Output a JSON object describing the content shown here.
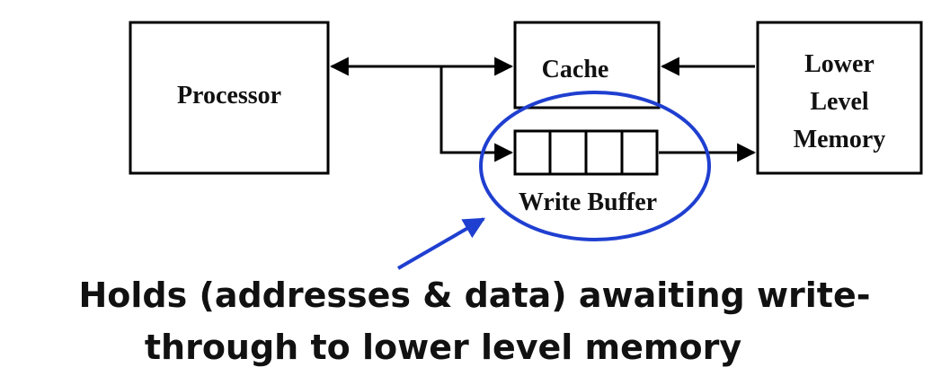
{
  "diagram": {
    "processor_label": "Processor",
    "cache_label": "Cache",
    "lower_memory_label": [
      "Lower",
      "Level",
      "Memory"
    ],
    "write_buffer_label": "Write Buffer",
    "caption_lines": [
      "Holds (addresses & data) awaiting write-",
      "through to lower level memory"
    ],
    "highlight_color": "#1f3fd0"
  }
}
